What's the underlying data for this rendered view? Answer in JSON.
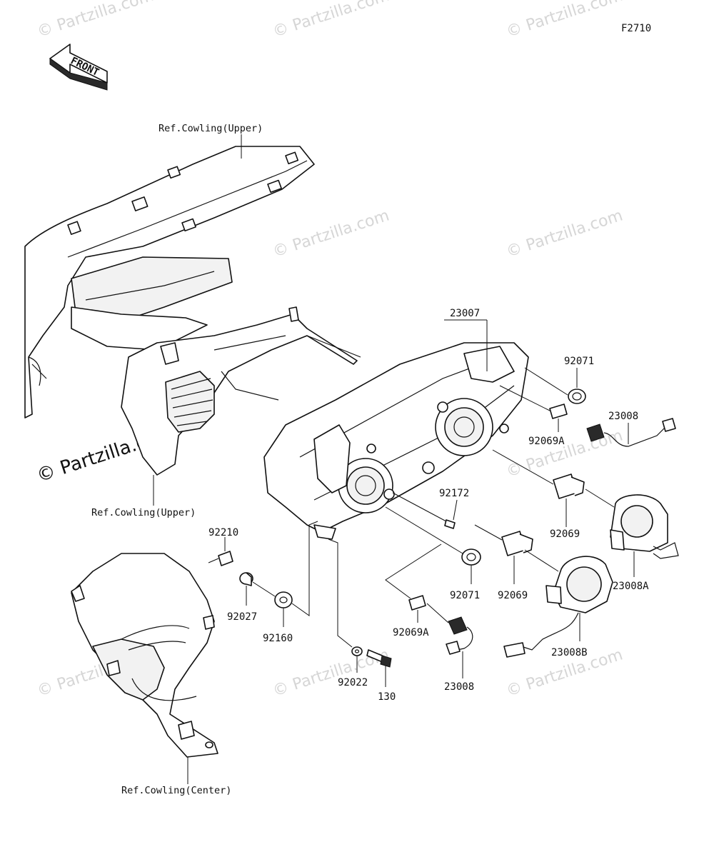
{
  "diagram_code": "F2710",
  "front_arrow_label": "FRONT",
  "watermark_text": "© Partzilla.com",
  "refs": {
    "cowling_upper_top": "Ref.Cowling(Upper)",
    "cowling_upper_bottom": "Ref.Cowling(Upper)",
    "cowling_center": "Ref.Cowling(Center)"
  },
  "part_numbers": {
    "p23007": "23007",
    "p92071_a": "92071",
    "p23008_a": "23008",
    "p92069A_a": "92069A",
    "p92172": "92172",
    "p92069_a": "92069",
    "p23008A": "23008A",
    "p92210": "92210",
    "p92071_b": "92071",
    "p92069_b": "92069",
    "p92027": "92027",
    "p92160": "92160",
    "p92069A_b": "92069A",
    "p23008B": "23008B",
    "p92022": "92022",
    "p130": "130",
    "p23008_b": "23008"
  },
  "colors": {
    "line": "#111111",
    "watermark": "#d6d6d6",
    "background": "#ffffff"
  }
}
